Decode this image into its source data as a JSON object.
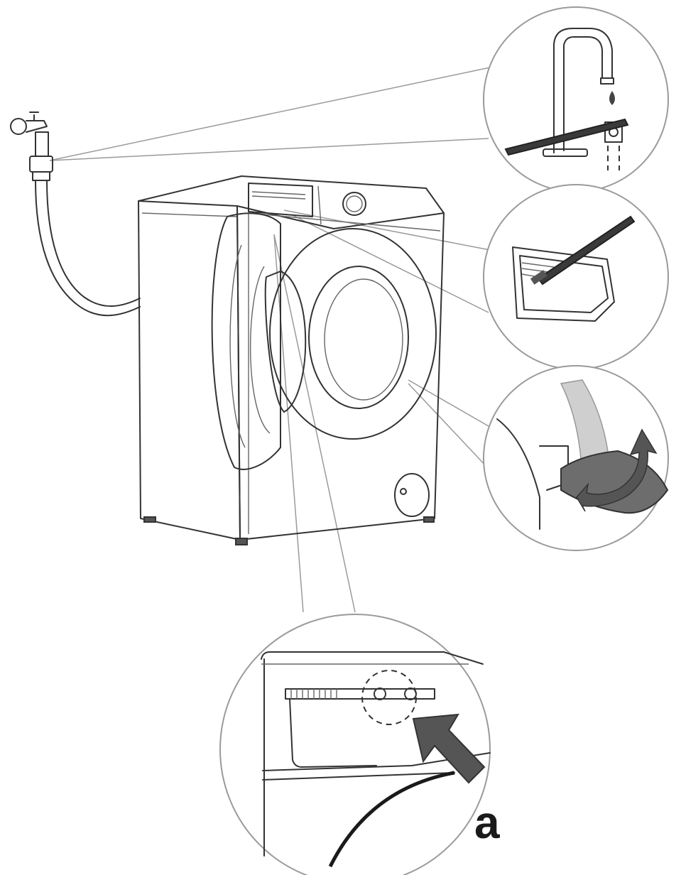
{
  "diagram": {
    "callout_label": "a",
    "colors": {
      "line": "#333333",
      "leader": "#9a9a9a",
      "arrow_fill": "#555555",
      "brush_fill": "#3a3a3a"
    },
    "icons": [
      "water-tap-icon",
      "inlet-hose",
      "washing-machine",
      "toothbrush-icon",
      "curved-arrow-icon",
      "press-arrow-icon"
    ]
  }
}
